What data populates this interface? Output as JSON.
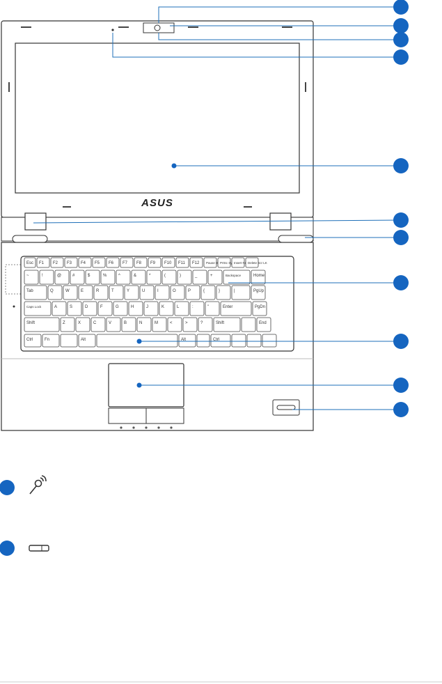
{
  "brand": {
    "logo_text": "ASUS"
  },
  "keyboard": {
    "rows": [
      [
        "Esc",
        "F1",
        "F2",
        "F3",
        "F4",
        "F5",
        "F6",
        "F7",
        "F8",
        "F9",
        "F10",
        "F11",
        "F12",
        "Pause Break",
        "PrtSc SysRq",
        "Insert Num LK",
        "Delete Scr LK"
      ],
      [
        "~",
        "!",
        "@",
        "#",
        "$",
        "%",
        "^",
        "&",
        "*",
        "(",
        ")",
        "_",
        "+",
        "Backspace",
        "Home"
      ],
      [
        "Tab",
        "Q",
        "W",
        "E",
        "R",
        "T",
        "Y",
        "U",
        "I",
        "O",
        "P",
        "{",
        "}",
        "|",
        "PgUp"
      ],
      [
        "Caps Lock",
        "A",
        "S",
        "D",
        "F",
        "G",
        "H",
        "J",
        "K",
        "L",
        ":",
        "\"",
        "Enter",
        "PgDn"
      ],
      [
        "Shift",
        "Z",
        "X",
        "C",
        "V",
        "B",
        "N",
        "M",
        "<",
        ">",
        "?",
        "Shift",
        "",
        "End"
      ],
      [
        "Ctrl",
        "Fn",
        "",
        "Alt",
        "",
        "Alt",
        "",
        "Ctrl",
        "",
        "",
        ""
      ]
    ]
  },
  "icons": {
    "marker_color": "#1565c0",
    "line_color": "#1e6fb8",
    "legend": [
      {
        "icon": "microphone-icon"
      },
      {
        "icon": "slot-icon"
      }
    ]
  }
}
